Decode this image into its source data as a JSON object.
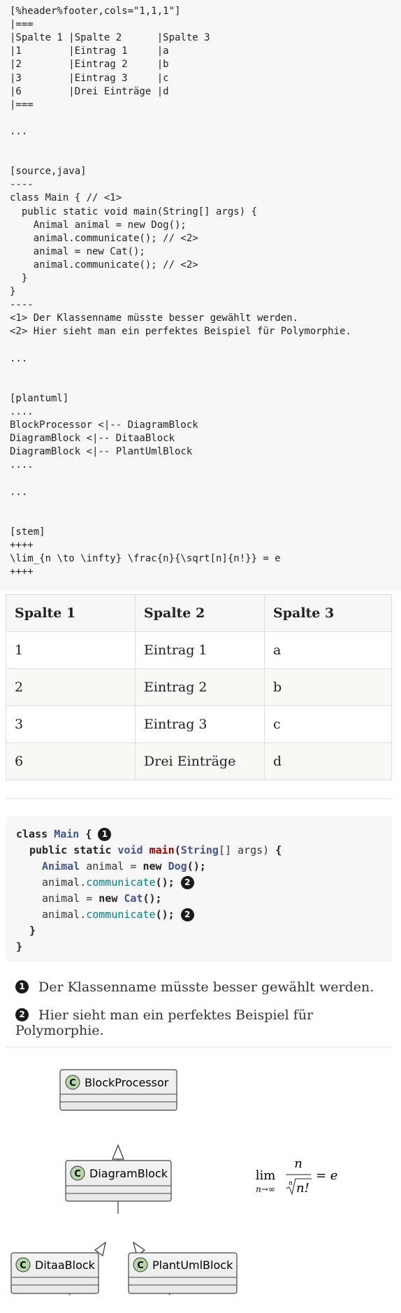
{
  "source": {
    "lines": [
      "[%header%footer,cols=\"1,1,1\"]",
      "|===",
      "|Spalte 1 |Spalte 2      |Spalte 3",
      "|1        |Eintrag 1     |a",
      "|2        |Eintrag 2     |b",
      "|3        |Eintrag 3     |c",
      "|6        |Drei Einträge |d",
      "|===",
      "",
      "...",
      "",
      "",
      "[source,java]",
      "----",
      "class Main { // <1>",
      "  public static void main(String[] args) {",
      "    Animal animal = new Dog();",
      "    animal.communicate(); // <2>",
      "    animal = new Cat();",
      "    animal.communicate(); // <2>",
      "  }",
      "}",
      "----",
      "<1> Der Klassenname müsste besser gewählt werden.",
      "<2> Hier sieht man ein perfektes Beispiel für Polymorphie.",
      "",
      "...",
      "",
      "",
      "[plantuml]",
      "....",
      "BlockProcessor <|-- DiagramBlock",
      "DiagramBlock <|-- DitaaBlock",
      "DiagramBlock <|-- PlantUmlBlock",
      "....",
      "",
      "...",
      "",
      "",
      "[stem]",
      "++++",
      "\\lim_{n \\to \\infty} \\frac{n}{\\sqrt[n]{n!}} = e",
      "++++"
    ]
  },
  "table": {
    "headers": [
      "Spalte 1",
      "Spalte 2",
      "Spalte 3"
    ],
    "rows": [
      [
        "1",
        "Eintrag 1",
        "a"
      ],
      [
        "2",
        "Eintrag 2",
        "b"
      ],
      [
        "3",
        "Eintrag 3",
        "c"
      ],
      [
        "6",
        "Drei Einträge",
        "d"
      ]
    ]
  },
  "code": {
    "class_kw": "class",
    "class_name": "Main",
    "brace_open": "{",
    "public_kw": "public",
    "static_kw": "static",
    "void_kw": "void",
    "main_name": "main",
    "string_type": "String",
    "args_text": "[] args)",
    "paren_open": "(",
    "animal_type": "Animal",
    "animal_var_decl": " animal = ",
    "new_kw": "new",
    "dog_type": "Dog",
    "cat_type": "Cat",
    "stmt_end": "();",
    "animal_obj": "animal.",
    "communicate_name": "communicate",
    "animal_assign": "animal = ",
    "close_inner": "}",
    "close_outer": "}",
    "callout_1": "1",
    "callout_2": "2"
  },
  "callouts": [
    {
      "num": "1",
      "text": "Der Klassenname müsste besser gewählt werden."
    },
    {
      "num": "2",
      "text": "Hier sieht man ein perfektes Beispiel für Polymorphie."
    }
  ],
  "uml": {
    "classes": [
      "BlockProcessor",
      "DiagramBlock",
      "DitaaBlock",
      "PlantUmlBlock"
    ],
    "marker": "C"
  },
  "math": {
    "lim": "lim",
    "sub": "n→∞",
    "num": "n",
    "root_index": "n",
    "radicand": "n!",
    "eq": "= e"
  }
}
